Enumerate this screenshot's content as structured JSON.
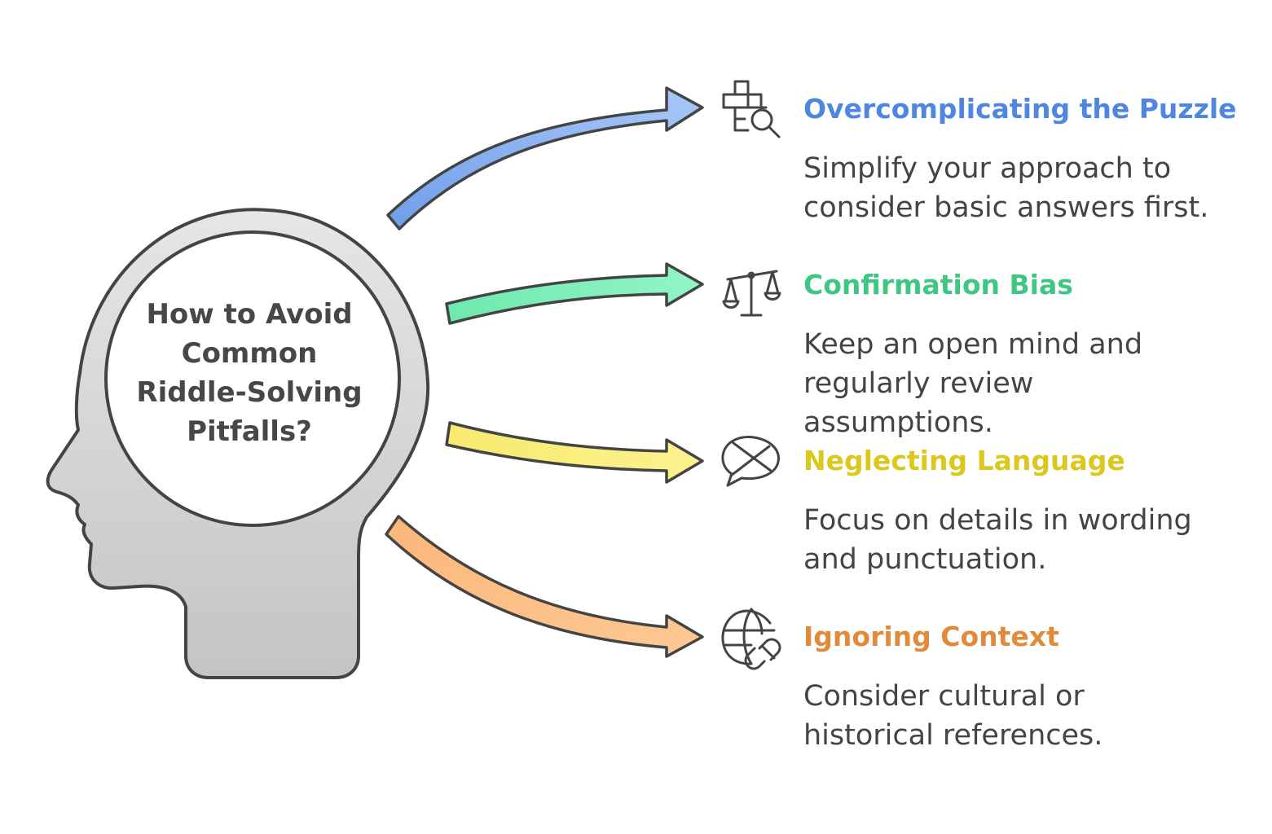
{
  "center": {
    "title_lines": [
      "How to Avoid",
      "Common",
      "Riddle-Solving",
      "Pitfalls?"
    ]
  },
  "items": [
    {
      "title": "Overcomplicating the Puzzle",
      "desc_lines": [
        "Simplify your approach to",
        "consider basic answers first."
      ],
      "color": "#4f86e0",
      "arrow_color": "#93b8f5",
      "icon": "puzzle-search-icon"
    },
    {
      "title": "Confirmation Bias",
      "desc_lines": [
        "Keep an open mind and",
        "regularly review",
        "assumptions."
      ],
      "color": "#3fc683",
      "arrow_color": "#86f2bd",
      "icon": "balance-scale-icon"
    },
    {
      "title": "Neglecting Language",
      "desc_lines": [
        "Focus on details in wording",
        "and punctuation."
      ],
      "color": "#dcc81d",
      "arrow_color": "#fbef7c",
      "icon": "speech-bubble-cross-icon"
    },
    {
      "title": "Ignoring Context",
      "desc_lines": [
        "Consider cultural or",
        "historical references."
      ],
      "color": "#e08a3a",
      "arrow_color": "#fdc08b",
      "icon": "globe-broken-link-icon"
    }
  ],
  "colors": {
    "head_fill_top": "#e2e2e2",
    "head_fill_bottom": "#c6c6c6",
    "outline": "#444444",
    "text": "#444444"
  }
}
